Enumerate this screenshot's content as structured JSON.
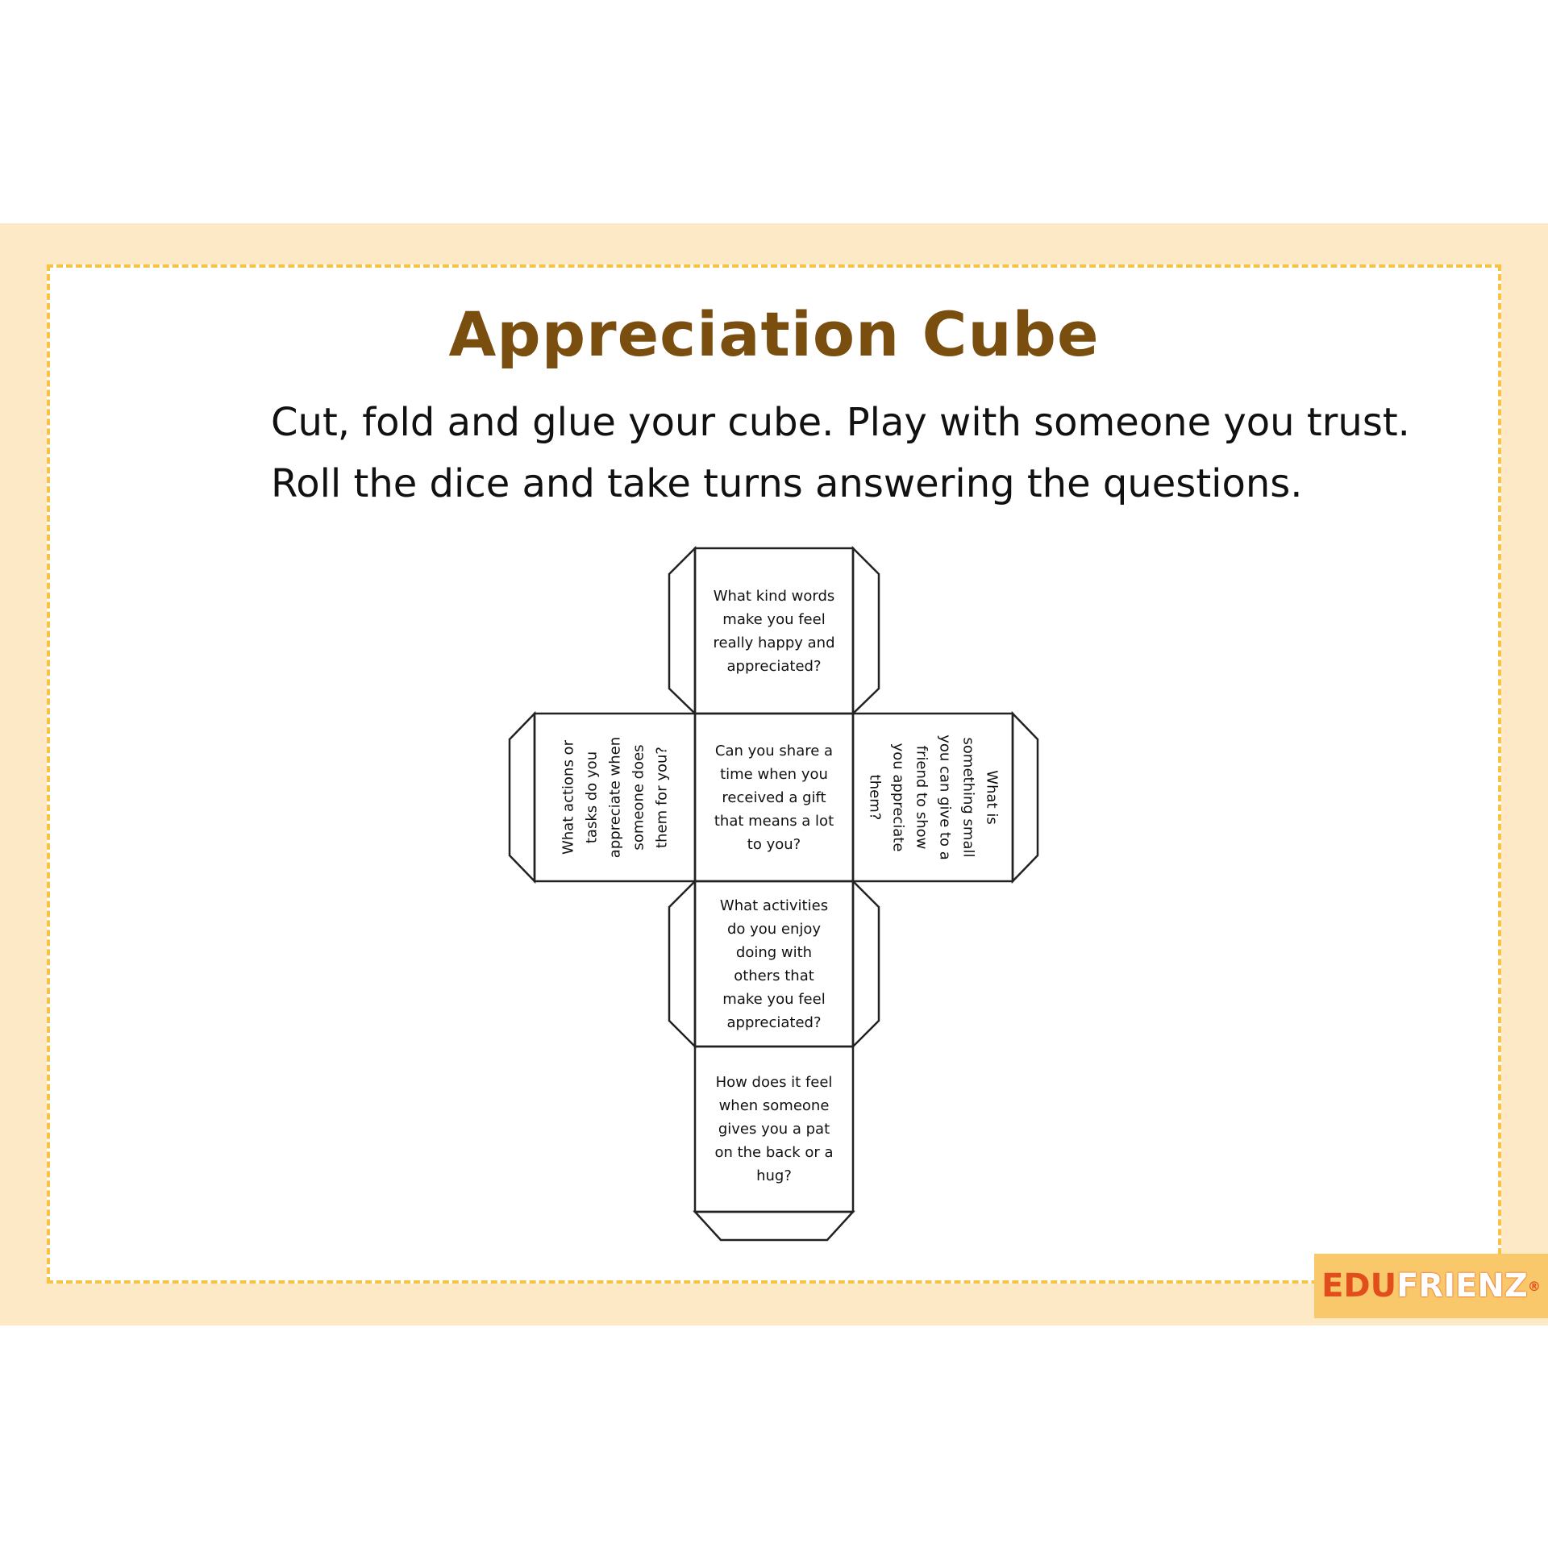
{
  "worksheet": {
    "title": "Appreciation Cube",
    "instructions": [
      "Cut, fold and glue your cube. Play with someone you trust.",
      "Roll the dice and take turns answering the questions."
    ],
    "faces": {
      "top": "What kind words make you feel really happy and appreciated?",
      "left": "What actions or tasks do you appreciate when someone does them for you?",
      "center": "Can you share a time when you received a gift that means a lot to you?",
      "right": "What is something small you can give to a friend to show you appreciate them?",
      "lower": "What activities do you enjoy doing with others that make you feel appreciated?",
      "bottom": "How does it feel when someone gives you a pat on the back or a hug?"
    }
  },
  "brand": {
    "logo_part1": "EDU",
    "logo_part2": "FRIENZ",
    "registered": "®"
  },
  "colors": {
    "band": "#fde9c6",
    "dashed_border": "#f6c345",
    "title": "#7a4e0f",
    "logo_bg": "#f9c86a",
    "logo_text": "#e24d1c"
  }
}
